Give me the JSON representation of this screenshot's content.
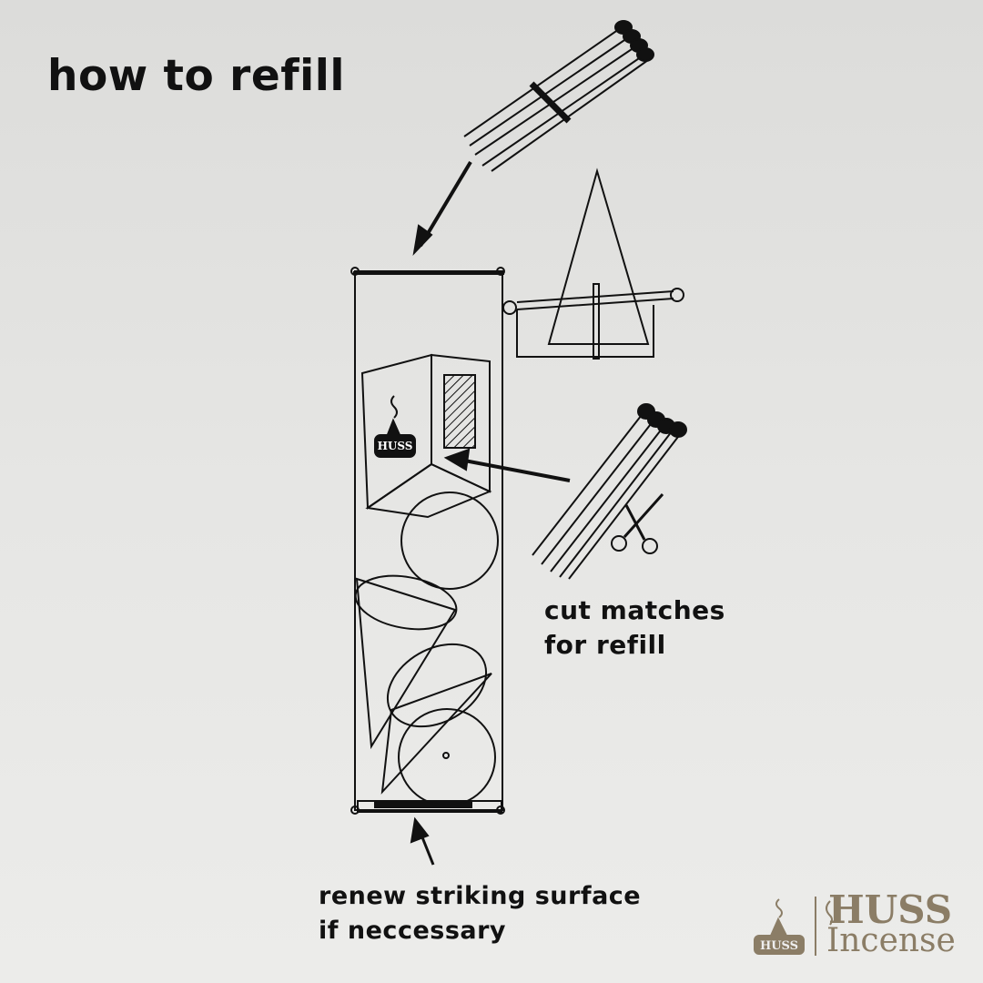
{
  "title": "how to refill",
  "cut_label": {
    "line1": "cut matches",
    "line2": "for refill"
  },
  "renew_label": {
    "line1": "renew striking surface",
    "line2": "if neccessary"
  },
  "box_brand": "HUSS",
  "logo": {
    "badge": "HUSS",
    "line1": "HUSS",
    "line2": "Incense"
  },
  "colors": {
    "ink": "#111111",
    "logo": "#8b7d66"
  }
}
